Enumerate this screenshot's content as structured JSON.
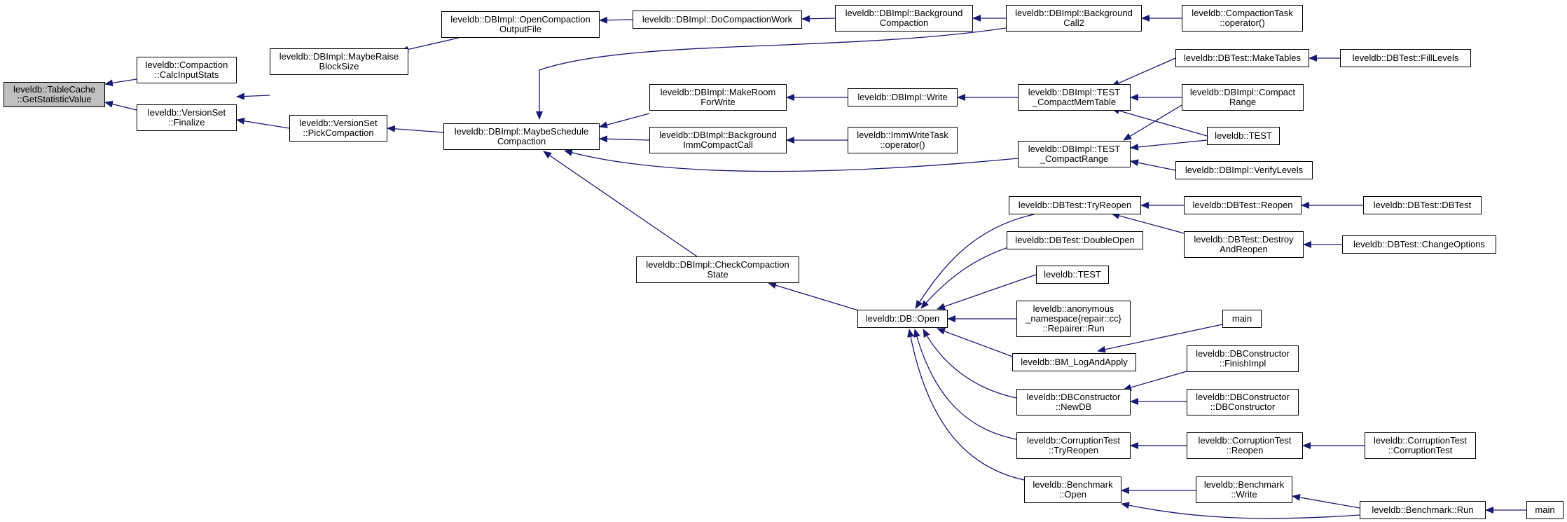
{
  "colors": {
    "edge": "#191970",
    "node_border": "#000000",
    "root_fill": "#bfbfbf"
  },
  "nodes": {
    "n1": "leveldb::TableCache\n::GetStatisticValue",
    "n2": "leveldb::Compaction\n::CalcInputStats",
    "n3": "leveldb::VersionSet\n::Finalize",
    "n4": "leveldb::DBImpl::MaybeRaise\nBlockSize",
    "n5": "leveldb::VersionSet\n::PickCompaction",
    "n6": "leveldb::DBImpl::OpenCompaction\nOutputFile",
    "n7": "leveldb::DBImpl::MaybeSchedule\nCompaction",
    "n8": "leveldb::DBImpl::DoCompactionWork",
    "n9": "leveldb::DBImpl::Background\nCompaction",
    "n10": "leveldb::DBImpl::Background\nCall2",
    "n11": "leveldb::CompactionTask\n::operator()",
    "n12": "leveldb::DBImpl::MakeRoom\nForWrite",
    "n13": "leveldb::DBImpl::Write",
    "n14": "leveldb::DBImpl::TEST\n_CompactMemTable",
    "n15": "leveldb::DBTest::MakeTables",
    "n16": "leveldb::DBTest::FillLevels",
    "n17": "leveldb::DBImpl::Compact\nRange",
    "n18": "leveldb::TEST",
    "n19": "leveldb::DBImpl::Background\nImmCompactCall",
    "n20": "leveldb::ImmWriteTask\n::operator()",
    "n21": "leveldb::DBImpl::TEST\n_CompactRange",
    "n22": "leveldb::DBImpl::VerifyLevels",
    "n23": "leveldb::DBImpl::CheckCompaction\nState",
    "n24": "leveldb::DBTest::TryReopen",
    "n25": "leveldb::DBTest::Reopen",
    "n26": "leveldb::DBTest::DBTest",
    "n27": "leveldb::DBTest::DoubleOpen",
    "n28": "leveldb::DBTest::Destroy\nAndReopen",
    "n29": "leveldb::DBTest::ChangeOptions",
    "n30": "leveldb::TEST",
    "n31": "leveldb::DB::Open",
    "n32": "leveldb::anonymous\n_namespace{repair::cc}\n::Repairer::Run",
    "n33": "main",
    "n34": "leveldb::BM_LogAndApply",
    "n35": "leveldb::DBConstructor\n::FinishImpl",
    "n36": "leveldb::DBConstructor\n::NewDB",
    "n37": "leveldb::DBConstructor\n::DBConstructor",
    "n38": "leveldb::CorruptionTest\n::TryReopen",
    "n39": "leveldb::CorruptionTest\n::Reopen",
    "n40": "leveldb::CorruptionTest\n::CorruptionTest",
    "n41": "leveldb::Benchmark\n::Open",
    "n42": "leveldb::Benchmark\n::Write",
    "n43": "leveldb::Benchmark::Run",
    "n44": "main"
  }
}
